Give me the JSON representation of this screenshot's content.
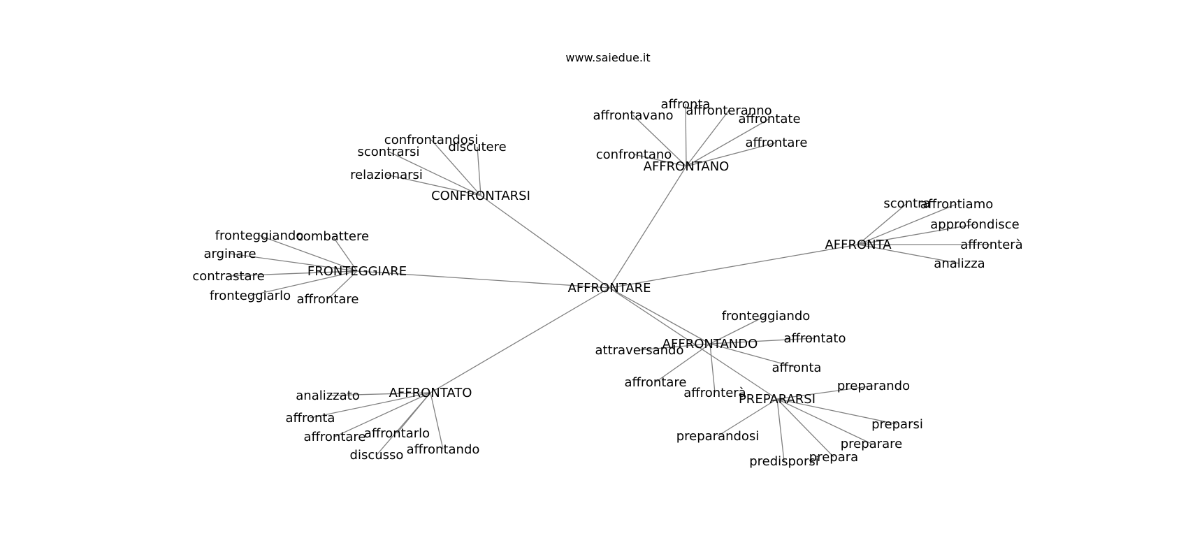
{
  "header": {
    "site": "www.saiedue.it"
  },
  "graph": {
    "root": "AFFRONTARE",
    "clusters": [
      {
        "hub": "CONFRONTARSI",
        "leaves": [
          "confrontandosi",
          "discutere",
          "scontrarsi",
          "relazionarsi"
        ]
      },
      {
        "hub": "AFFRONTANO",
        "leaves": [
          "affronta",
          "affronteranno",
          "affrontavano",
          "affrontate",
          "affrontare",
          "confrontano"
        ]
      },
      {
        "hub": "AFFRONTA",
        "leaves": [
          "scontra",
          "affrontiamo",
          "approfondisce",
          "affronterà",
          "analizza"
        ]
      },
      {
        "hub": "FRONTEGGIARE",
        "leaves": [
          "fronteggiando",
          "combattere",
          "arginare",
          "contrastare",
          "fronteggiarlo",
          "affrontare"
        ]
      },
      {
        "hub": "AFFRONTANDO",
        "leaves": [
          "fronteggiando",
          "affrontato",
          "attraversando",
          "affronta",
          "affrontare",
          "affronterà"
        ]
      },
      {
        "hub": "PREPARARSI",
        "leaves": [
          "preparando",
          "preparsi",
          "preparandosi",
          "preparare",
          "prepara",
          "predisporsi"
        ]
      },
      {
        "hub": "AFFRONTATO",
        "leaves": [
          "analizzato",
          "affronta",
          "affrontare",
          "affrontarlo",
          "discusso",
          "affrontando"
        ]
      }
    ]
  },
  "colors": {
    "edge": "#808080",
    "text": "#000000",
    "background": "#ffffff"
  }
}
